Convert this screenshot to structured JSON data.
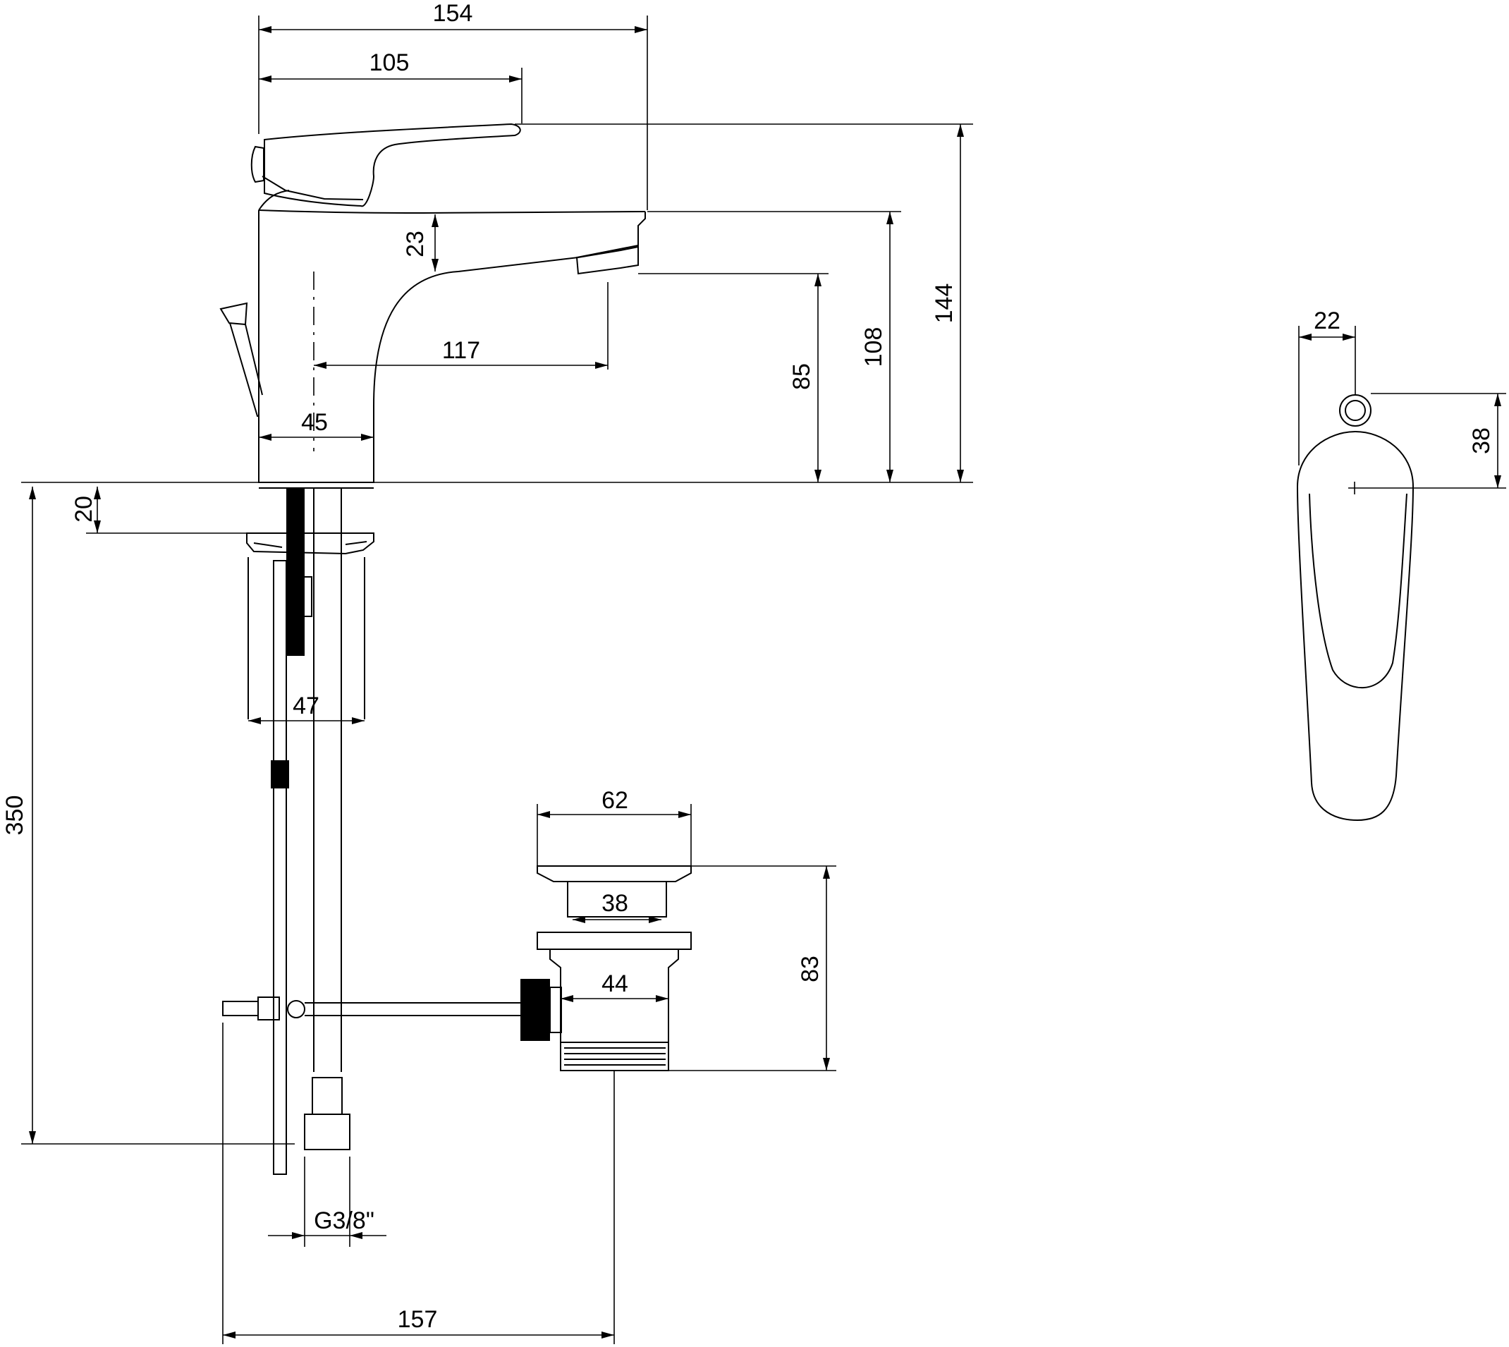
{
  "dimensions": {
    "spout_reach": "154",
    "handle_reach": "105",
    "spout_thickness": "23",
    "outlet_reach": "117",
    "body_diameter": "45",
    "outlet_height": "85",
    "spout_height": "108",
    "total_height": "144",
    "washer_offset": "20",
    "clamp_width": "47",
    "connection_length": "350",
    "thread_size": "G3/8\"",
    "waste_offset": "157",
    "plug_diameter": "62",
    "plug_inner_diameter": "38",
    "waste_diameter": "44",
    "waste_height": "83",
    "handle_width": "22",
    "handle_offset": "38"
  }
}
